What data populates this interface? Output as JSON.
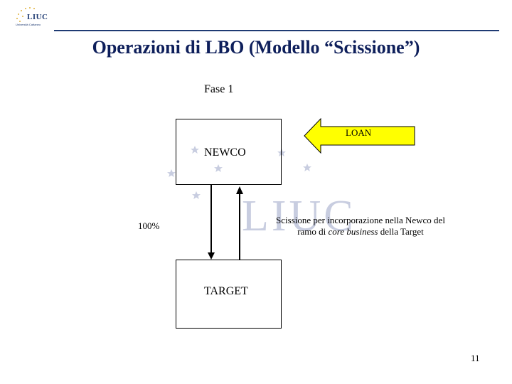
{
  "header": {
    "logo_text": "LIUC",
    "logo_subtitle": "Università Cattaneo"
  },
  "title": "Operazioni di LBO (Modello “Scissione”)",
  "phase": "Fase 1",
  "diagram": {
    "newco_label": "NEWCO",
    "target_label": "TARGET",
    "loan_label": "LOAN",
    "ownership_label": "100%",
    "note_part1": "Scissione per incorporazione nella Newco del ramo di ",
    "note_italic": "core business",
    "note_part2": " della Target",
    "watermark_text": "LIUC"
  },
  "colors": {
    "title": "#0e1f5b",
    "loan_fill": "#ffff00",
    "watermark": "#8893ba"
  },
  "page_number": "11"
}
